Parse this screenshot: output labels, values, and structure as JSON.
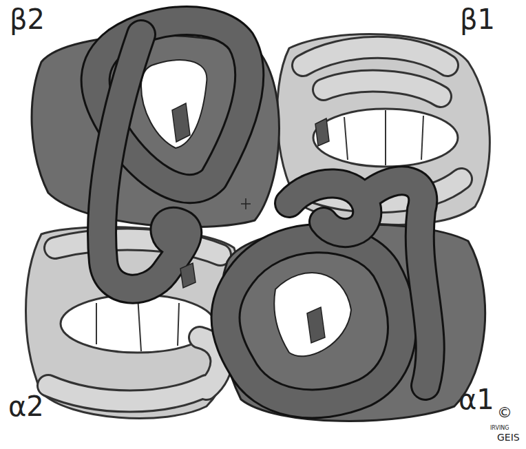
{
  "diagram": {
    "labels": [
      "β2",
      "β1",
      "α2",
      "α1",
      "©",
      "IRVING",
      "GEIS"
    ]
  }
}
